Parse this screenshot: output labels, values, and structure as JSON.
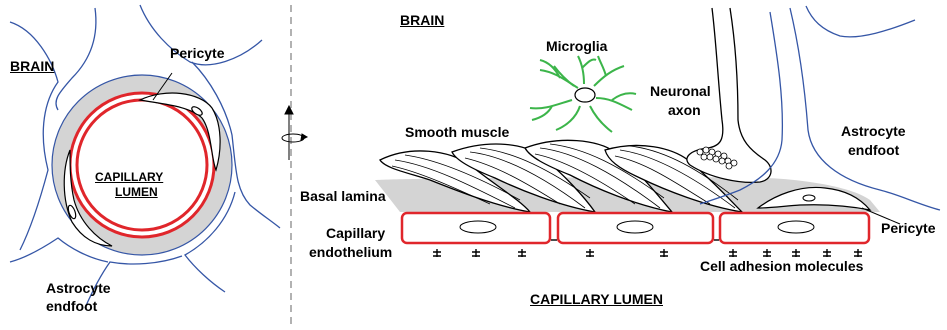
{
  "left_panel": {
    "brain_label": "BRAIN",
    "pericyte_label": "Pericyte",
    "lumen_label_line1": "CAPILLARY",
    "lumen_label_line2": "LUMEN",
    "astrocyte_line1": "Astrocyte",
    "astrocyte_line2": "endfoot"
  },
  "right_panel": {
    "brain_label": "BRAIN",
    "microglia_label": "Microglia",
    "neuronal_line1": "Neuronal",
    "neuronal_line2": "axon",
    "smooth_muscle_label": "Smooth muscle",
    "astrocyte_line1": "Astrocyte",
    "astrocyte_line2": "endfoot",
    "basal_lamina_label": "Basal lamina",
    "capillary_line1": "Capillary",
    "capillary_line2": "endothelium",
    "pericyte_label": "Pericyte",
    "adhesion_label": "Cell adhesion molecules",
    "lumen_label": "CAPILLARY LUMEN"
  },
  "colors": {
    "membrane_red": "#e0262b",
    "astrocyte_blue": "#3556a6",
    "microglia_green": "#3cb54a",
    "basal_gray": "#d4d4d4"
  }
}
